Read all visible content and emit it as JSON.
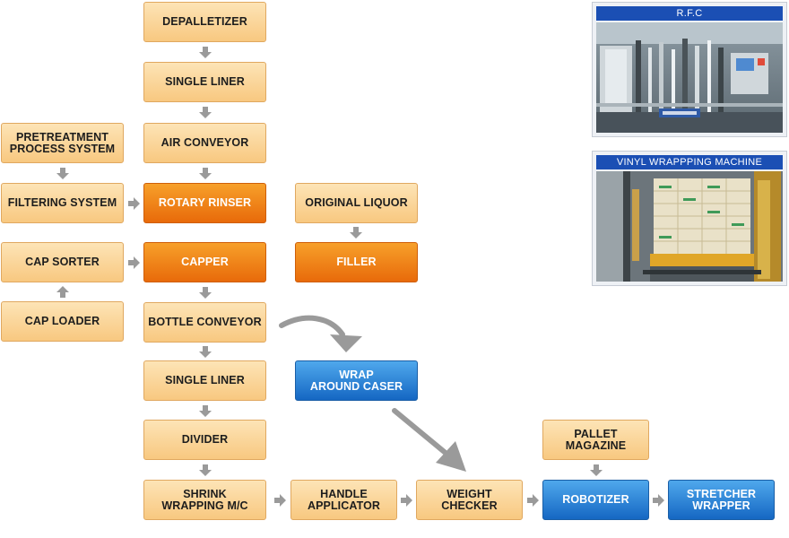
{
  "flow": {
    "depalletizer": "DEPALLETIZER",
    "single_liner_1": "SINGLE LINER",
    "air_conveyor": "AIR CONVEYOR",
    "pretreatment": "PRETREATMENT\nPROCESS SYSTEM",
    "filtering_system": "FILTERING SYSTEM",
    "rotary_rinser": "ROTARY RINSER",
    "original_liquor": "ORIGINAL LIQUOR",
    "cap_sorter": "CAP SORTER",
    "capper": "CAPPER",
    "filler": "FILLER",
    "cap_loader": "CAP LOADER",
    "bottle_conveyor": "BOTTLE CONVEYOR",
    "single_liner_2": "SINGLE LINER",
    "wrap_around_caser": "WRAP\nAROUND CASER",
    "divider": "DIVIDER",
    "pallet_magazine": "PALLET\nMAGAZINE",
    "shrink_wrapping": "SHRINK\nWRAPPING M/C",
    "handle_applicator": "HANDLE\nAPPLICATOR",
    "weight_checker": "WEIGHT\nCHECKER",
    "robotizer": "ROBOTIZER",
    "stretcher_wrapper": "STRETCHER\nWRAPPER"
  },
  "photos": {
    "rfc_title": "R.F.C",
    "vinyl_title": "VINYL WRAPPPING MACHINE"
  },
  "colors": {
    "light_box": "#fbd9a0",
    "orange_box": "#ee7d12",
    "blue_box": "#2f87d8",
    "arrow_gray": "#9a9a9a",
    "photo_title_bar": "#1b4fb4"
  }
}
